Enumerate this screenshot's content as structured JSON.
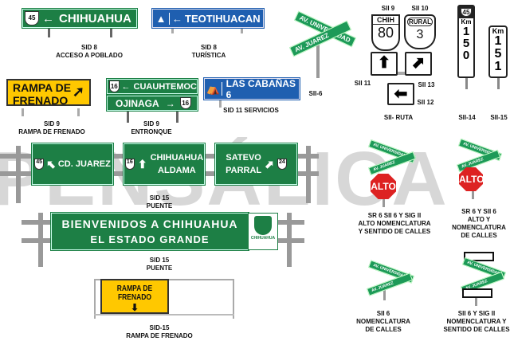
{
  "watermark": "PENSÁLICA",
  "signs": {
    "chihuahua": {
      "text": "CHIHUAHUA",
      "route": "45",
      "arrow": "←",
      "caption1": "SID 8",
      "caption2": "ACCESO A POBLADO"
    },
    "teotihuacan": {
      "text": "TEOTIHUACAN",
      "arrow": "←",
      "caption1": "SID 8",
      "caption2": "TURÍSTICA"
    },
    "rampa": {
      "line1": "RAMPA DE",
      "line2": "FRENADO",
      "arrow": "➚",
      "caption1": "SID 9",
      "caption2": "RAMPA DE FRENADO"
    },
    "entronque": {
      "top": "CUAUHTEMOC",
      "bottom": "OJINAGA",
      "route": "16",
      "caption1": "SID 9",
      "caption2": "ENTRONQUE"
    },
    "cabanas": {
      "text": "LAS CABAÑAS 6",
      "caption": "SID 11 SERVICIOS"
    },
    "street": {
      "a": "AV. UNIVERSIDAD",
      "b": "AV. JUAREZ",
      "caption": "SII-6"
    },
    "ruta": {
      "sii9": "SII 9",
      "sii10": "SII 10",
      "chih": "CHIH",
      "n80": "80",
      "rural": "RURAL",
      "n3": "3",
      "sii11": "SII 11",
      "sii13": "SII 13",
      "sii12": "SII 12",
      "caption": "SII- RUTA"
    },
    "km150": {
      "route": "45",
      "km": "Km",
      "digits": [
        "1",
        "5",
        "0"
      ],
      "caption": "SII-14"
    },
    "km151": {
      "km": "Km",
      "digits": [
        "1",
        "5",
        "1"
      ],
      "caption": "SII-15"
    },
    "puente": {
      "juarez": "CD. JUAREZ",
      "r45": "45",
      "chih": "CHIHUAHUA",
      "aldama": "ALDAMA",
      "r16": "16",
      "satevo": "SATEVO",
      "parral": "PARRAL",
      "r24": "24",
      "caption1": "SID 15",
      "caption2": "PUENTE"
    },
    "bienvenidos": {
      "line1": "BIENVENIDOS A CHIHUAHUA",
      "line2": "EL ESTADO GRANDE",
      "logo": "CHIHUAHUA",
      "caption1": "SID 15",
      "caption2": "PUENTE"
    },
    "rampa_puente": {
      "text": "RAMPA DE FRENADO",
      "arrow": "⬇",
      "caption1": "SID-15",
      "caption2": "RAMPA DE FRENADO"
    },
    "alto1": {
      "alto": "ALTO",
      "c1": "SR 6 SII 6 Y SIG II",
      "c2": "ALTO NOMENCLATURA",
      "c3": "Y SENTIDO DE CALLES"
    },
    "alto2": {
      "alto": "ALTO",
      "c1": "SR 6 Y SII 6",
      "c2": "ALTO Y",
      "c3": "NOMENCLATURA",
      "c4": "DE CALLES"
    },
    "nom1": {
      "c1": "SII 6",
      "c2": "NOMENCLATURA",
      "c3": "DE CALLES"
    },
    "nom2": {
      "c1": "SII 6 Y SIG II",
      "c2": "NOMENCLATURA Y",
      "c3": "SENTIDO DE CALLES"
    }
  }
}
